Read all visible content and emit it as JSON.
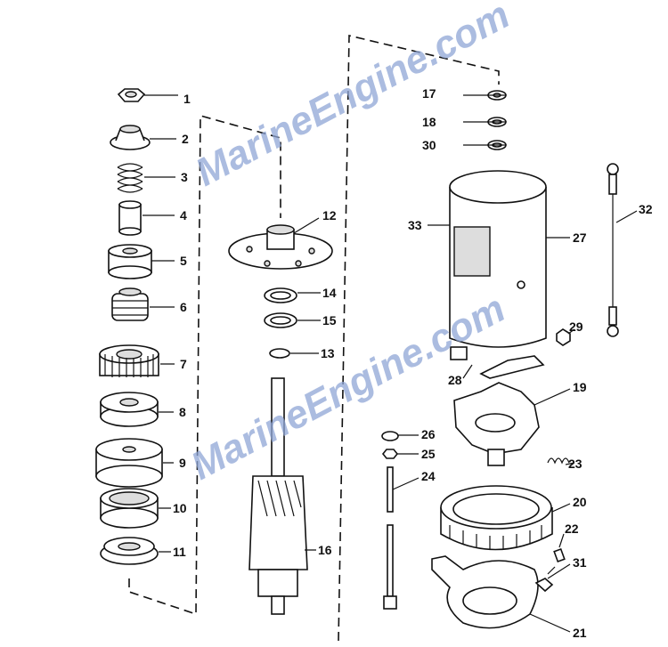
{
  "diagram": {
    "title": "Starter motor exploded view",
    "watermark": [
      "MarineEngine.com",
      "MarineEngine.com"
    ],
    "callouts": [
      "1",
      "2",
      "3",
      "4",
      "5",
      "6",
      "7",
      "8",
      "9",
      "10",
      "11",
      "12",
      "13",
      "14",
      "15",
      "16",
      "17",
      "18",
      "19",
      "20",
      "21",
      "22",
      "23",
      "24",
      "25",
      "26",
      "27",
      "28",
      "29",
      "30",
      "31",
      "32",
      "33"
    ]
  }
}
